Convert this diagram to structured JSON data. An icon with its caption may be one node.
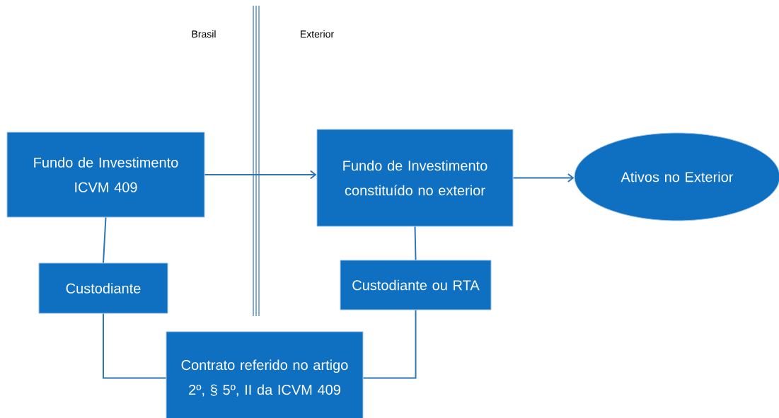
{
  "diagram": {
    "nodes": [
      {
        "text": [
          "Fundo de Investimento ICVM 409"
        ]
      },
      {
        "text": [
          "Fundo de Investimento constituído no exterior"
        ]
      },
      {
        "text": [
          "Ativos no Exterior"
        ]
      },
      {
        "text": [
          "Custodiante"
        ]
      },
      {
        "text": [
          "Custodiante ou RTA"
        ]
      },
      {
        "text": [
          "Contrato referido no artigo 2º, § 5º, II da ICVM 409"
        ]
      }
    ],
    "edges": [
      {
        "from": 0,
        "to": 1,
        "arrow": "to"
      },
      {
        "from": 1,
        "to": 2,
        "arrow": "to"
      },
      {
        "from": 0,
        "to": 3,
        "arrow": "none"
      },
      {
        "from": 1,
        "to": 4,
        "arrow": "none"
      },
      {
        "from": 3,
        "to": 5,
        "arrow": "none"
      },
      {
        "from": 4,
        "to": 5,
        "arrow": "none"
      }
    ],
    "labels": [
      "Brasil",
      "Exterior"
    ]
  }
}
